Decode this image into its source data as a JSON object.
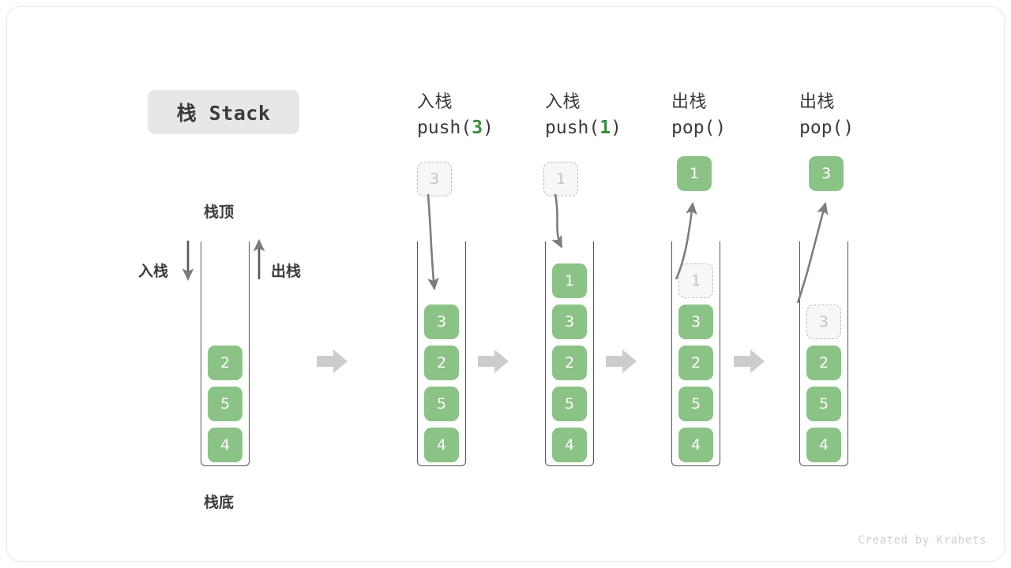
{
  "figure": {
    "title": "栈 Stack",
    "credit": "Created by Krahets",
    "accent_green": "#8bc286",
    "ghost_border": "#bdbdbd",
    "outline": "#555555",
    "arrow_gray": "#7d7d7d",
    "separator_gray": "#cccccc"
  },
  "labels": {
    "top": "栈顶",
    "bottom": "栈底",
    "push_side": "入栈",
    "pop_side": "出栈"
  },
  "columns": [
    {
      "id": "initial",
      "header_cn": "",
      "header_code": "",
      "header_arg": "",
      "stack": [
        {
          "value": "2",
          "state": "filled"
        },
        {
          "value": "5",
          "state": "filled"
        },
        {
          "value": "4",
          "state": "filled"
        }
      ],
      "float": null
    },
    {
      "id": "push-3",
      "header_cn": "入栈",
      "header_code_pre": "push(",
      "header_arg": "3",
      "header_code_post": ")",
      "stack": [
        {
          "value": "3",
          "state": "filled"
        },
        {
          "value": "2",
          "state": "filled"
        },
        {
          "value": "5",
          "state": "filled"
        },
        {
          "value": "4",
          "state": "filled"
        }
      ],
      "float": {
        "value": "3",
        "state": "ghost",
        "direction": "in"
      }
    },
    {
      "id": "push-1",
      "header_cn": "入栈",
      "header_code_pre": "push(",
      "header_arg": "1",
      "header_code_post": ")",
      "stack": [
        {
          "value": "1",
          "state": "filled"
        },
        {
          "value": "3",
          "state": "filled"
        },
        {
          "value": "2",
          "state": "filled"
        },
        {
          "value": "5",
          "state": "filled"
        },
        {
          "value": "4",
          "state": "filled"
        }
      ],
      "float": {
        "value": "1",
        "state": "ghost",
        "direction": "in"
      }
    },
    {
      "id": "pop-1",
      "header_cn": "出栈",
      "header_code_pre": "pop(",
      "header_arg": "",
      "header_code_post": ")",
      "stack": [
        {
          "value": "1",
          "state": "ghost"
        },
        {
          "value": "3",
          "state": "filled"
        },
        {
          "value": "2",
          "state": "filled"
        },
        {
          "value": "5",
          "state": "filled"
        },
        {
          "value": "4",
          "state": "filled"
        }
      ],
      "float": {
        "value": "1",
        "state": "filled",
        "direction": "out"
      }
    },
    {
      "id": "pop-2",
      "header_cn": "出栈",
      "header_code_pre": "pop(",
      "header_arg": "",
      "header_code_post": ")",
      "stack": [
        {
          "value": "3",
          "state": "ghost"
        },
        {
          "value": "2",
          "state": "filled"
        },
        {
          "value": "5",
          "state": "filled"
        },
        {
          "value": "4",
          "state": "filled"
        }
      ],
      "float": {
        "value": "3",
        "state": "filled",
        "direction": "out"
      }
    }
  ],
  "separators": [
    "▶",
    "▶",
    "▶",
    "▶"
  ]
}
